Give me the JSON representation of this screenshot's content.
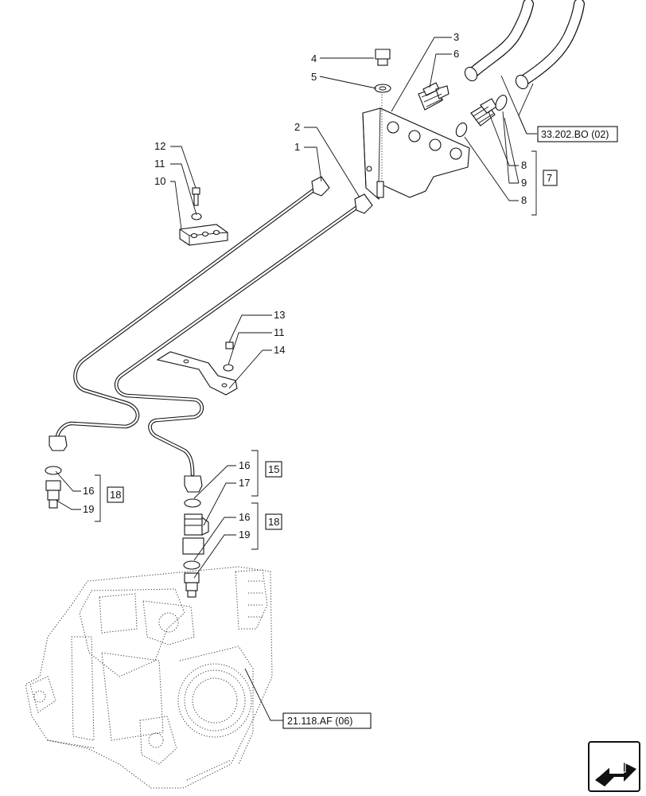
{
  "callouts": {
    "c1": "1",
    "c2": "2",
    "c3": "3",
    "c4": "4",
    "c5": "5",
    "c6": "6",
    "c8a": "8",
    "c9": "9",
    "c8b": "8",
    "c10": "10",
    "c11a": "11",
    "c12": "12",
    "c13": "13",
    "c11b": "11",
    "c14": "14",
    "c16a": "16",
    "c19a": "19",
    "c16b": "16",
    "c17": "17",
    "c16c": "16",
    "c19b": "19"
  },
  "groups": {
    "g7": "7",
    "g15": "15",
    "g18a": "18",
    "g18b": "18"
  },
  "references": {
    "hoses": "33.202.BO (02)",
    "housing": "21.118.AF (06)"
  },
  "icons": {
    "nav": "navigation-arrow-icon"
  }
}
